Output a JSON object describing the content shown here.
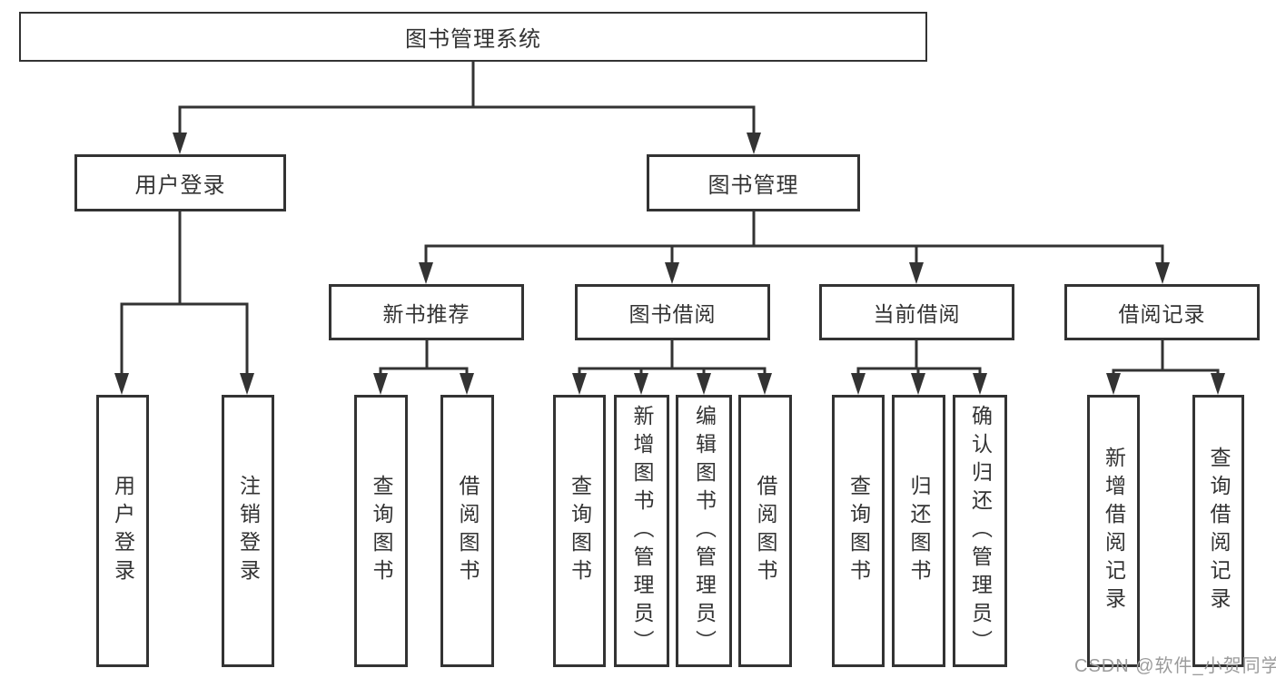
{
  "root": {
    "label": "图书管理系统"
  },
  "level2": [
    {
      "label": "用户登录"
    },
    {
      "label": "图书管理"
    }
  ],
  "level3": [
    {
      "label": "新书推荐"
    },
    {
      "label": "图书借阅"
    },
    {
      "label": "当前借阅"
    },
    {
      "label": "借阅记录"
    }
  ],
  "leaves": {
    "user_login": [
      "用户登录",
      "注销登录"
    ],
    "new_books": [
      "查询图书",
      "借阅图书"
    ],
    "book_borrow": [
      "查询图书",
      "新增图书（管理员）",
      "编辑图书（管理员）",
      "借阅图书"
    ],
    "current_borrow": [
      "查询图书",
      "归还图书",
      "确认归还（管理员）"
    ],
    "borrow_records": [
      "新增借阅记录",
      "查询借阅记录"
    ]
  },
  "watermark": {
    "text": "CSDN @软件_小贺同学"
  },
  "colors": {
    "line": "#333333",
    "border": "#333333",
    "text": "#333333",
    "watermark_gray": "#9b9b9b",
    "background": "#ffffff"
  }
}
